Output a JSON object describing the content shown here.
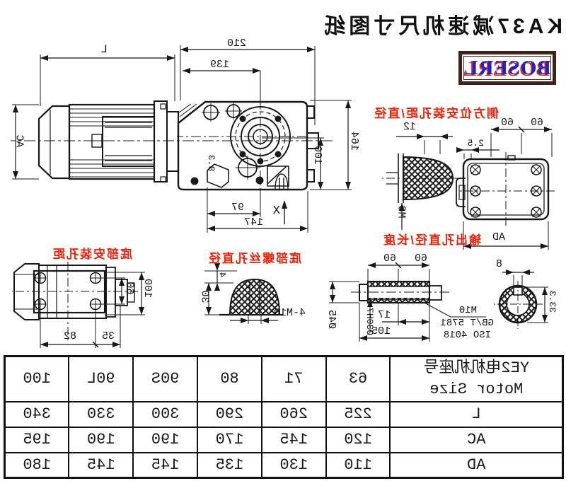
{
  "title": "KA37减速机尺寸图纸",
  "brand": {
    "logo_text": "BOSERL"
  },
  "colors": {
    "label_red": "#e8220a",
    "line_black": "#181818",
    "logo_blue": "#1f1fd4",
    "logo_border_brown": "#40221c",
    "logo_shadow_red": "#c83214"
  },
  "main_view": {
    "dim_L": "L",
    "dim_210": "210",
    "dim_139": "139",
    "dim_AC": "AC",
    "dim_164": "164",
    "dim_100": "100",
    "dim_97": "97",
    "dim_147": "147",
    "axis_label": "X",
    "dim_8_3": "8.3"
  },
  "side_hole_detail": {
    "label": "侧方位安装孔距/直径",
    "dim_12": "12",
    "thread": "M8"
  },
  "top_view": {
    "dim_60_a": "60",
    "dim_60_b": "60",
    "dim_2_5": "2.5",
    "dim_AD": "AD"
  },
  "bottom_view": {
    "label": "底部安装孔距",
    "dim_60": "60",
    "dim_100": "100",
    "dim_82": "82",
    "dim_35": "35"
  },
  "bottom_screw_detail": {
    "label": "底部螺丝孔直径",
    "dim_4": "4",
    "dim_30": "30",
    "thread": "4-M10"
  },
  "output_detail": {
    "label": "输出孔直径/长度",
    "dim_60_a": "60",
    "dim_60_b": "60",
    "dim_d45": "Ø45",
    "dim_d30h7": "Ø30H7",
    "dim_17": "17",
    "dim_105": "105",
    "callout_1": "M10",
    "callout_2": "GB/T 5781",
    "callout_3": "ISO 4018",
    "key_width": "8",
    "key_depth": "33.3"
  },
  "table": {
    "header_line1": "YE2电机机座号",
    "header_line2": "Motor Size",
    "sizes": [
      "63",
      "71",
      "80",
      "90S",
      "90L",
      "100"
    ],
    "rows": [
      {
        "label": "L",
        "values": [
          "225",
          "260",
          "290",
          "300",
          "330",
          "340"
        ]
      },
      {
        "label": "AC",
        "values": [
          "120",
          "145",
          "170",
          "190",
          "190",
          "195"
        ]
      },
      {
        "label": "AD",
        "values": [
          "110",
          "130",
          "135",
          "145",
          "145",
          "180"
        ]
      }
    ]
  }
}
